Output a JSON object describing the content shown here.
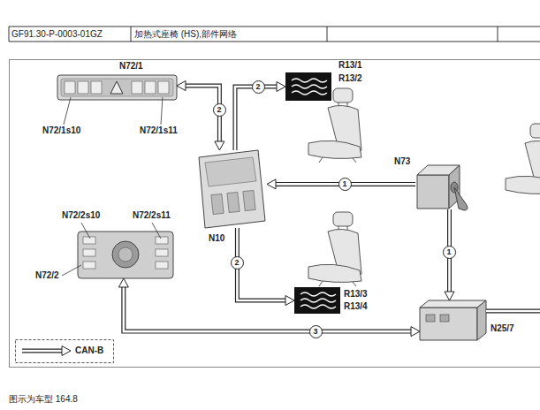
{
  "diagram": {
    "title": "加热式座椅 (HS),部件网络",
    "caption": "图示为车型 164.8",
    "nodes": [
      {
        "text": [
          "N72/1",
          "N72/1s10",
          "N72/1s11"
        ]
      },
      {
        "text": [
          "R13/1",
          "R13/2"
        ]
      },
      {
        "text": [
          "N10"
        ]
      },
      {
        "text": [
          "N73"
        ]
      },
      {
        "text": [
          "R13/3",
          "R13/4"
        ]
      },
      {
        "text": [
          "N72/2",
          "N72/2s10",
          "N72/2s11"
        ]
      },
      {
        "text": [
          "N25/7"
        ]
      }
    ],
    "edges": [
      {
        "from": 3,
        "to": 2,
        "label": "1",
        "arrow": "to"
      },
      {
        "from": 3,
        "to": 6,
        "label": "1",
        "arrow": "to"
      },
      {
        "from": 0,
        "to": 2,
        "label": "2",
        "arrow": "both"
      },
      {
        "from": 2,
        "to": 1,
        "label": "2",
        "arrow": "to"
      },
      {
        "from": 2,
        "to": 4,
        "label": "2",
        "arrow": "to"
      },
      {
        "from": 5,
        "to": 6,
        "label": "3",
        "arrow": "both"
      }
    ],
    "labels": [
      "GF91.30-P-0003-01GZ"
    ],
    "legend": [
      {
        "text": "CAN-B"
      }
    ]
  }
}
